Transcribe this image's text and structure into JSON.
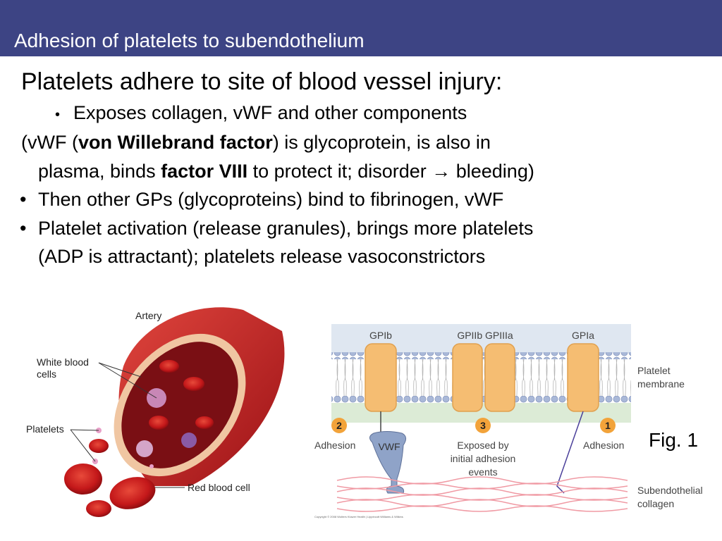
{
  "slide": {
    "title": "Adhesion of platelets to subendothelium",
    "heading": "Platelets adhere to site of blood vessel injury:",
    "sub_bullet": "Exposes collagen, vWF and other components",
    "vwf_line1_a": "(vWF (",
    "vwf_line1_bold": "von Willebrand factor",
    "vwf_line1_b": ") is glycoprotein, is also in",
    "vwf_line2_a": "plasma, binds ",
    "vwf_line2_bold": "factor VIII",
    "vwf_line2_b": " to protect it; disorder → bleeding)",
    "bullet_gps": "Then other GPs (glycoproteins) bind to fibrinogen, vWF",
    "bullet_activation_1": "Platelet activation (release granules), brings more platelets",
    "bullet_activation_2": "(ADP is attractant); platelets release vasoconstrictors",
    "bullet_symbol": "•"
  },
  "artery_figure": {
    "artery": "Artery",
    "white_blood_cells": "White blood cells",
    "wbc_line1": "White blood",
    "wbc_line2": "cells",
    "platelets": "Platelets",
    "red_blood_cell": "Red blood cell"
  },
  "membrane_figure": {
    "gpib": "GPIb",
    "gpiib_gpiiia": "GPIIb GPIIIa",
    "gpia": "GPIa",
    "platelet_membrane_1": "Platelet",
    "platelet_membrane_2": "membrane",
    "step2_num": "2",
    "step3_num": "3",
    "step1_num": "1",
    "step2_label": "Adhesion",
    "step1_label": "Adhesion",
    "vwf": "VWF",
    "step3_line1": "Exposed by",
    "step3_line2": "initial adhesion",
    "step3_line3": "events",
    "collagen_1": "Subendothelial",
    "collagen_2": "collagen",
    "copyright": "Copyright © 2008 Wolters Kluwer Health | Lippincott Williams & Wilkins"
  },
  "fig_label": "Fig. 1",
  "colors": {
    "title_bar": "#3d4484",
    "protein": "#f5bd72",
    "membrane_head": "#a9b8d8",
    "vwf": "#8fa3c8",
    "collagen": "#f09aa4",
    "step_circle": "#f2a33a",
    "artery_red": "#c21f1f"
  }
}
